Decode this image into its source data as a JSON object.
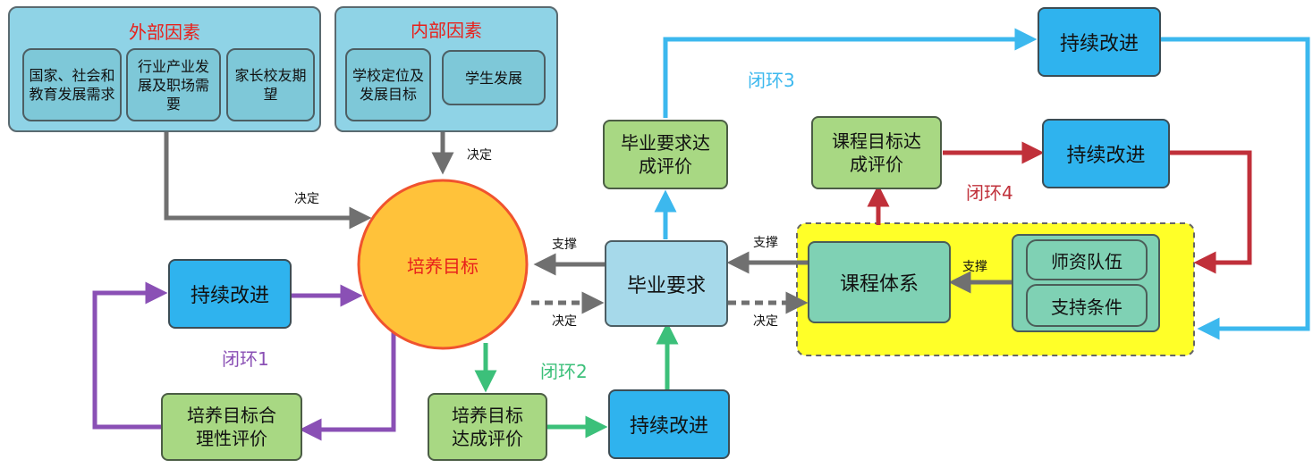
{
  "external": {
    "title": "外部因素",
    "items": [
      "国家、社会和教育发展需求",
      "行业产业发展及职场需要",
      "家长校友期望"
    ]
  },
  "internal": {
    "title": "内部因素",
    "items": [
      "学校定位及发展目标",
      "学生发展"
    ]
  },
  "center": "培养目标",
  "grad_req": "毕业要求",
  "grad_req_eval": "毕业要求达成评价",
  "course_system": "课程体系",
  "course_goal_eval": "课程目标达成评价",
  "teachers": "师资队伍",
  "support_cond": "支持条件",
  "goal_rational_eval": "培养目标合理性评价",
  "goal_achieve_eval": "培养目标达成评价",
  "improve": "持续改进",
  "labels": {
    "decide": "决定",
    "support": "支撑"
  },
  "loops": {
    "loop1": "闭环1",
    "loop2": "闭环2",
    "loop3": "闭环3",
    "loop4": "闭环4"
  },
  "colors": {
    "loop1": "#8a50b5",
    "loop2": "#3cc07a",
    "loop3": "#3cb8ee",
    "loop4": "#c0303a",
    "gray": "#707070"
  }
}
